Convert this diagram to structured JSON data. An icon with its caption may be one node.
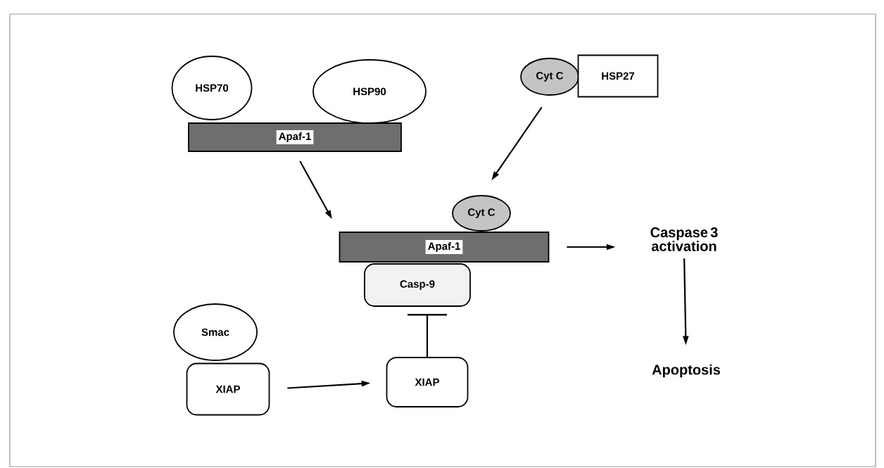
{
  "diagram": {
    "nodes": [
      {
        "text": [
          "HSP70"
        ]
      },
      {
        "text": [
          "HSP90"
        ]
      },
      {
        "text": [
          "Apaf-1"
        ]
      },
      {
        "text": [
          "Cyt C"
        ]
      },
      {
        "text": [
          "HSP27"
        ]
      },
      {
        "text": [
          "Cyt C"
        ]
      },
      {
        "text": [
          "Apaf-1"
        ]
      },
      {
        "text": [
          "Casp-9"
        ]
      },
      {
        "text": [
          "Caspase 3 activation"
        ]
      },
      {
        "text": [
          "Smac"
        ]
      },
      {
        "text": [
          "XIAP"
        ]
      },
      {
        "text": [
          "XIAP"
        ]
      },
      {
        "text": [
          "Apoptosis"
        ]
      }
    ],
    "edges": [
      {
        "from": 2,
        "to": 6,
        "arrow": "to"
      },
      {
        "from": 3,
        "to": 5,
        "arrow": "to"
      },
      {
        "from": 6,
        "to": 8,
        "arrow": "to"
      },
      {
        "from": 8,
        "to": 12,
        "arrow": "to"
      },
      {
        "from": 10,
        "to": 11,
        "arrow": "to"
      },
      {
        "from": 11,
        "to": 7,
        "arrow": "other"
      }
    ]
  }
}
